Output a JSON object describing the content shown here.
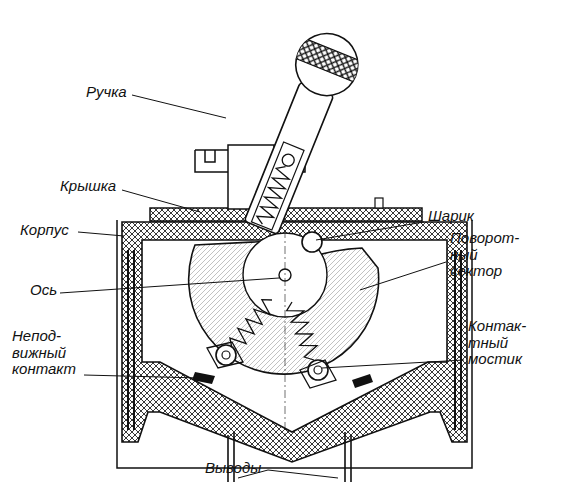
{
  "diagram": {
    "labels": [
      "Ручка",
      "Крышка",
      "Корпус",
      "Шарик",
      "Поворот­ный сектор",
      "Ось",
      "Непод­вижный контакт",
      "Контак­тный мостик",
      "Выводы"
    ]
  }
}
